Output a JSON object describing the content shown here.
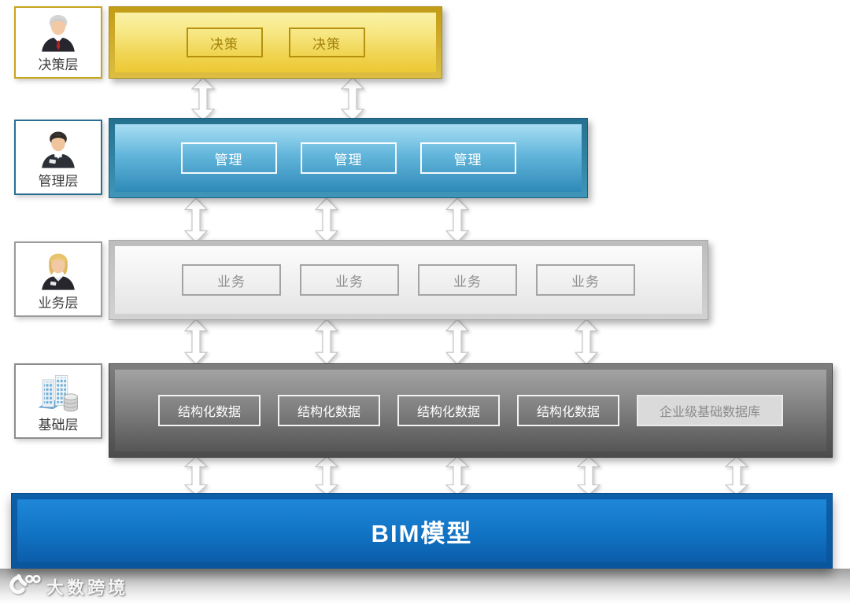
{
  "diagram": {
    "layers": [
      {
        "label": "决策层",
        "icon": "executive-man-icon",
        "accent": "#ecc833",
        "buttons": [
          "决策",
          "决策"
        ]
      },
      {
        "label": "管理层",
        "icon": "manager-man-icon",
        "accent": "#3f94bd",
        "buttons": [
          "管理",
          "管理",
          "管理"
        ]
      },
      {
        "label": "业务层",
        "icon": "business-woman-icon",
        "accent": "#ededed",
        "buttons": [
          "业务",
          "业务",
          "业务",
          "业务"
        ]
      },
      {
        "label": "基础层",
        "icon": "buildings-database-icon",
        "accent": "#6f6f6f",
        "buttons": [
          "结构化数据",
          "结构化数据",
          "结构化数据",
          "结构化数据",
          "企业级基础数据库"
        ]
      }
    ],
    "base_bar": {
      "label": "BIM模型",
      "color": "#1277c8"
    },
    "connector": "double-vertical-arrow",
    "watermark": {
      "brand": "大数跨境",
      "logo": "swirl-100-logo-icon"
    }
  }
}
